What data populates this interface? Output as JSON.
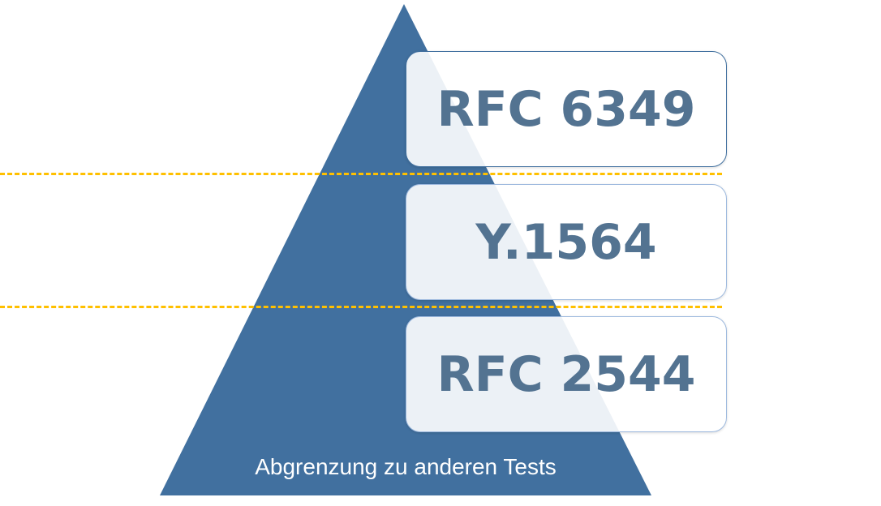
{
  "colors": {
    "pyramid": "#41709F",
    "divider": "#FFC000",
    "box_text": "#537391"
  },
  "levels": [
    {
      "label": "RFC 6349"
    },
    {
      "label": "Y.1564"
    },
    {
      "label": "RFC 2544"
    }
  ],
  "caption": "Abgrenzung zu anderen Tests"
}
